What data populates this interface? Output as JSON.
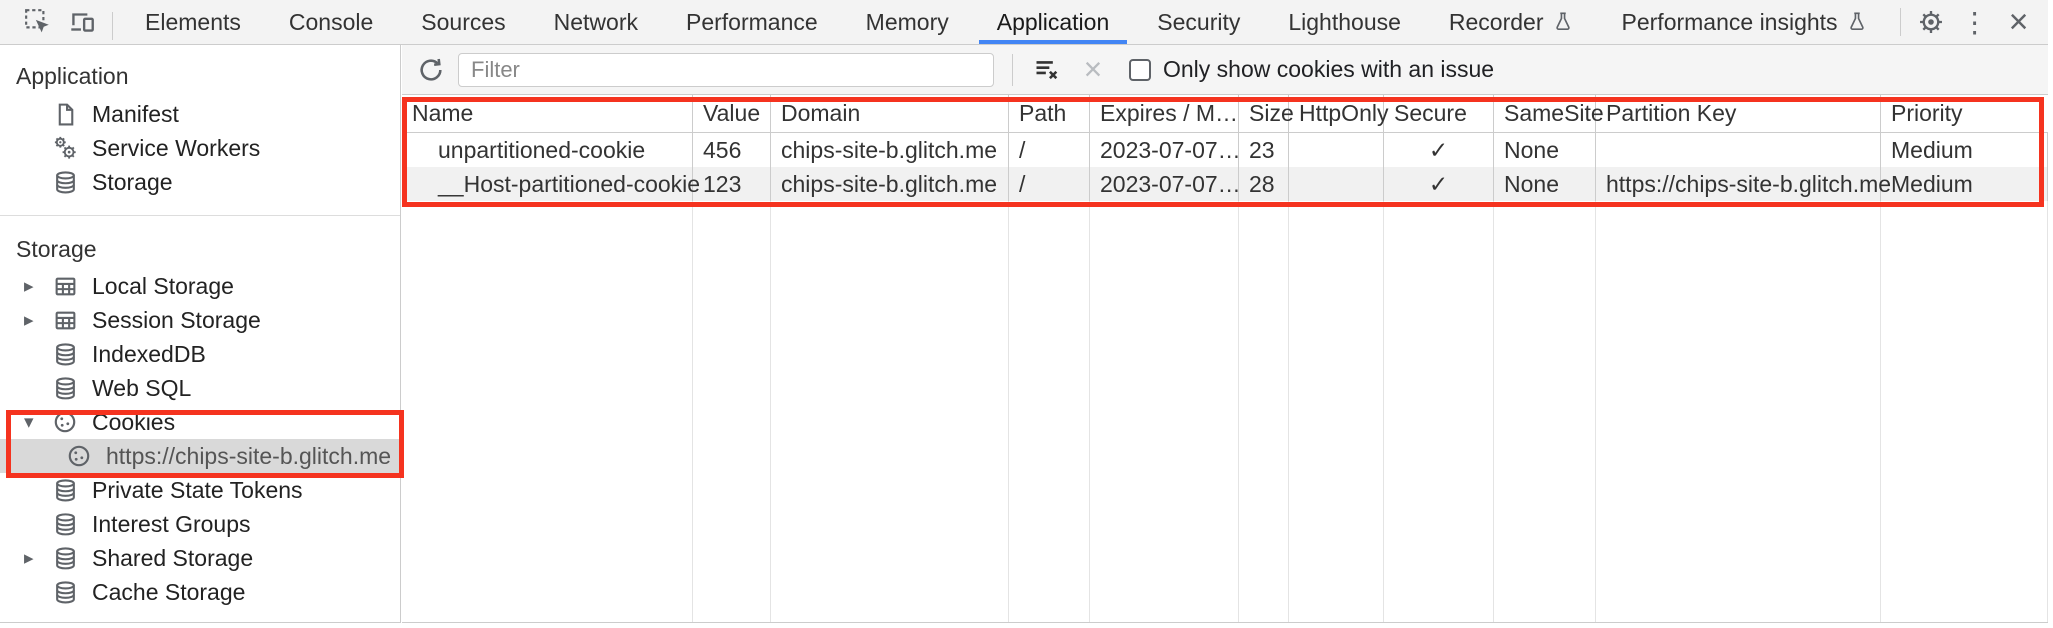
{
  "tabbar": {
    "tabs": [
      {
        "label": "Elements"
      },
      {
        "label": "Console"
      },
      {
        "label": "Sources"
      },
      {
        "label": "Network"
      },
      {
        "label": "Performance"
      },
      {
        "label": "Memory"
      },
      {
        "label": "Application",
        "selected": true
      },
      {
        "label": "Security"
      },
      {
        "label": "Lighthouse"
      },
      {
        "label": "Recorder",
        "experimental": true
      },
      {
        "label": "Performance insights",
        "experimental": true
      }
    ]
  },
  "sidebar": {
    "sections": [
      {
        "title": "Application",
        "items": [
          {
            "label": "Manifest",
            "icon": "document-icon"
          },
          {
            "label": "Service Workers",
            "icon": "gears-icon"
          },
          {
            "label": "Storage",
            "icon": "database-icon"
          }
        ]
      },
      {
        "title": "Storage",
        "items": [
          {
            "label": "Local Storage",
            "icon": "table-icon",
            "expander": "collapsed"
          },
          {
            "label": "Session Storage",
            "icon": "table-icon",
            "expander": "collapsed"
          },
          {
            "label": "IndexedDB",
            "icon": "database-icon"
          },
          {
            "label": "Web SQL",
            "icon": "database-icon"
          },
          {
            "label": "Cookies",
            "icon": "cookie-icon",
            "expander": "expanded"
          },
          {
            "label": "https://chips-site-b.glitch.me",
            "icon": "cookie-icon",
            "selected": true,
            "child": true
          },
          {
            "label": "Private State Tokens",
            "icon": "database-icon"
          },
          {
            "label": "Interest Groups",
            "icon": "database-icon"
          },
          {
            "label": "Shared Storage",
            "icon": "database-icon",
            "expander": "collapsed"
          },
          {
            "label": "Cache Storage",
            "icon": "database-icon"
          }
        ]
      }
    ]
  },
  "toolbar": {
    "filter_placeholder": "Filter",
    "only_issue_label": "Only show cookies with an issue"
  },
  "cookie_table": {
    "columns": [
      "Name",
      "Value",
      "Domain",
      "Path",
      "Expires / M…",
      "Size",
      "HttpOnly",
      "Secure",
      "SameSite",
      "Partition Key",
      "Priority"
    ],
    "rows": [
      [
        "unpartitioned-cookie",
        "456",
        "chips-site-b.glitch.me",
        "/",
        "2023-07-07…",
        "23",
        "",
        "✓",
        "None",
        "",
        "Medium"
      ],
      [
        "__Host-partitioned-cookie",
        "123",
        "chips-site-b.glitch.me",
        "/",
        "2023-07-07…",
        "28",
        "",
        "✓",
        "None",
        "https://chips-site-b.glitch.me",
        "Medium"
      ]
    ]
  },
  "colors": {
    "accent_blue": "#4285f4",
    "annotation_red": "#f5331f",
    "icon_gray": "#5f6368",
    "selected_item_bg": "#d9d9d9",
    "toolbar_bg": "#f5f5f5"
  }
}
